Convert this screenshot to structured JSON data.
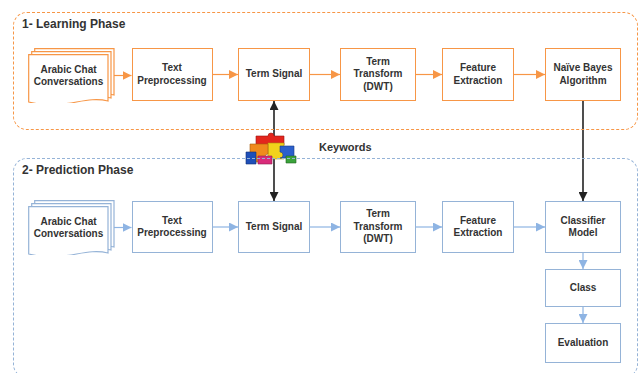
{
  "diagram": {
    "nodes": [
      {
        "text": [
          "1- Learning Phase"
        ]
      },
      {
        "text": [
          "Arabic Chat Conversations"
        ],
        "in": 0
      },
      {
        "text": [
          "Text Preprocessing"
        ],
        "in": 0
      },
      {
        "text": [
          "Term Signal"
        ],
        "in": 0
      },
      {
        "text": [
          "Term Transform (DWT)"
        ],
        "in": 0
      },
      {
        "text": [
          "Feature Extraction"
        ],
        "in": 0
      },
      {
        "text": [
          "Naïve Bayes Algorithm"
        ],
        "in": 0
      },
      {
        "text": [
          "2- Prediction Phase"
        ]
      },
      {
        "text": [
          "Arabic Chat Conversations"
        ],
        "in": 7
      },
      {
        "text": [
          "Text Preprocessing"
        ],
        "in": 7
      },
      {
        "text": [
          "Term Signal"
        ],
        "in": 7
      },
      {
        "text": [
          "Term Transform (DWT)"
        ],
        "in": 7
      },
      {
        "text": [
          "Feature Extraction"
        ],
        "in": 7
      },
      {
        "text": [
          "Classifier Model"
        ],
        "in": 7
      },
      {
        "text": [
          "Class"
        ],
        "in": 7
      },
      {
        "text": [
          "Evaluation"
        ],
        "in": 7
      }
    ],
    "edges": [
      {
        "from": 1,
        "to": 2,
        "arrow": "to"
      },
      {
        "from": 2,
        "to": 3,
        "arrow": "to"
      },
      {
        "from": 3,
        "to": 4,
        "arrow": "to"
      },
      {
        "from": 4,
        "to": 5,
        "arrow": "to"
      },
      {
        "from": 5,
        "to": 6,
        "arrow": "to"
      },
      {
        "from": 8,
        "to": 9,
        "arrow": "to"
      },
      {
        "from": 9,
        "to": 10,
        "arrow": "to"
      },
      {
        "from": 10,
        "to": 11,
        "arrow": "to"
      },
      {
        "from": 11,
        "to": 12,
        "arrow": "to"
      },
      {
        "from": 12,
        "to": 13,
        "arrow": "to"
      },
      {
        "from": 13,
        "to": 14,
        "arrow": "to"
      },
      {
        "from": 14,
        "to": 15,
        "arrow": "to"
      },
      {
        "from": 6,
        "to": 13,
        "arrow": "to"
      },
      {
        "from": 3,
        "to": 10,
        "arrow": "both"
      }
    ],
    "labels": [
      "Keywords"
    ]
  }
}
